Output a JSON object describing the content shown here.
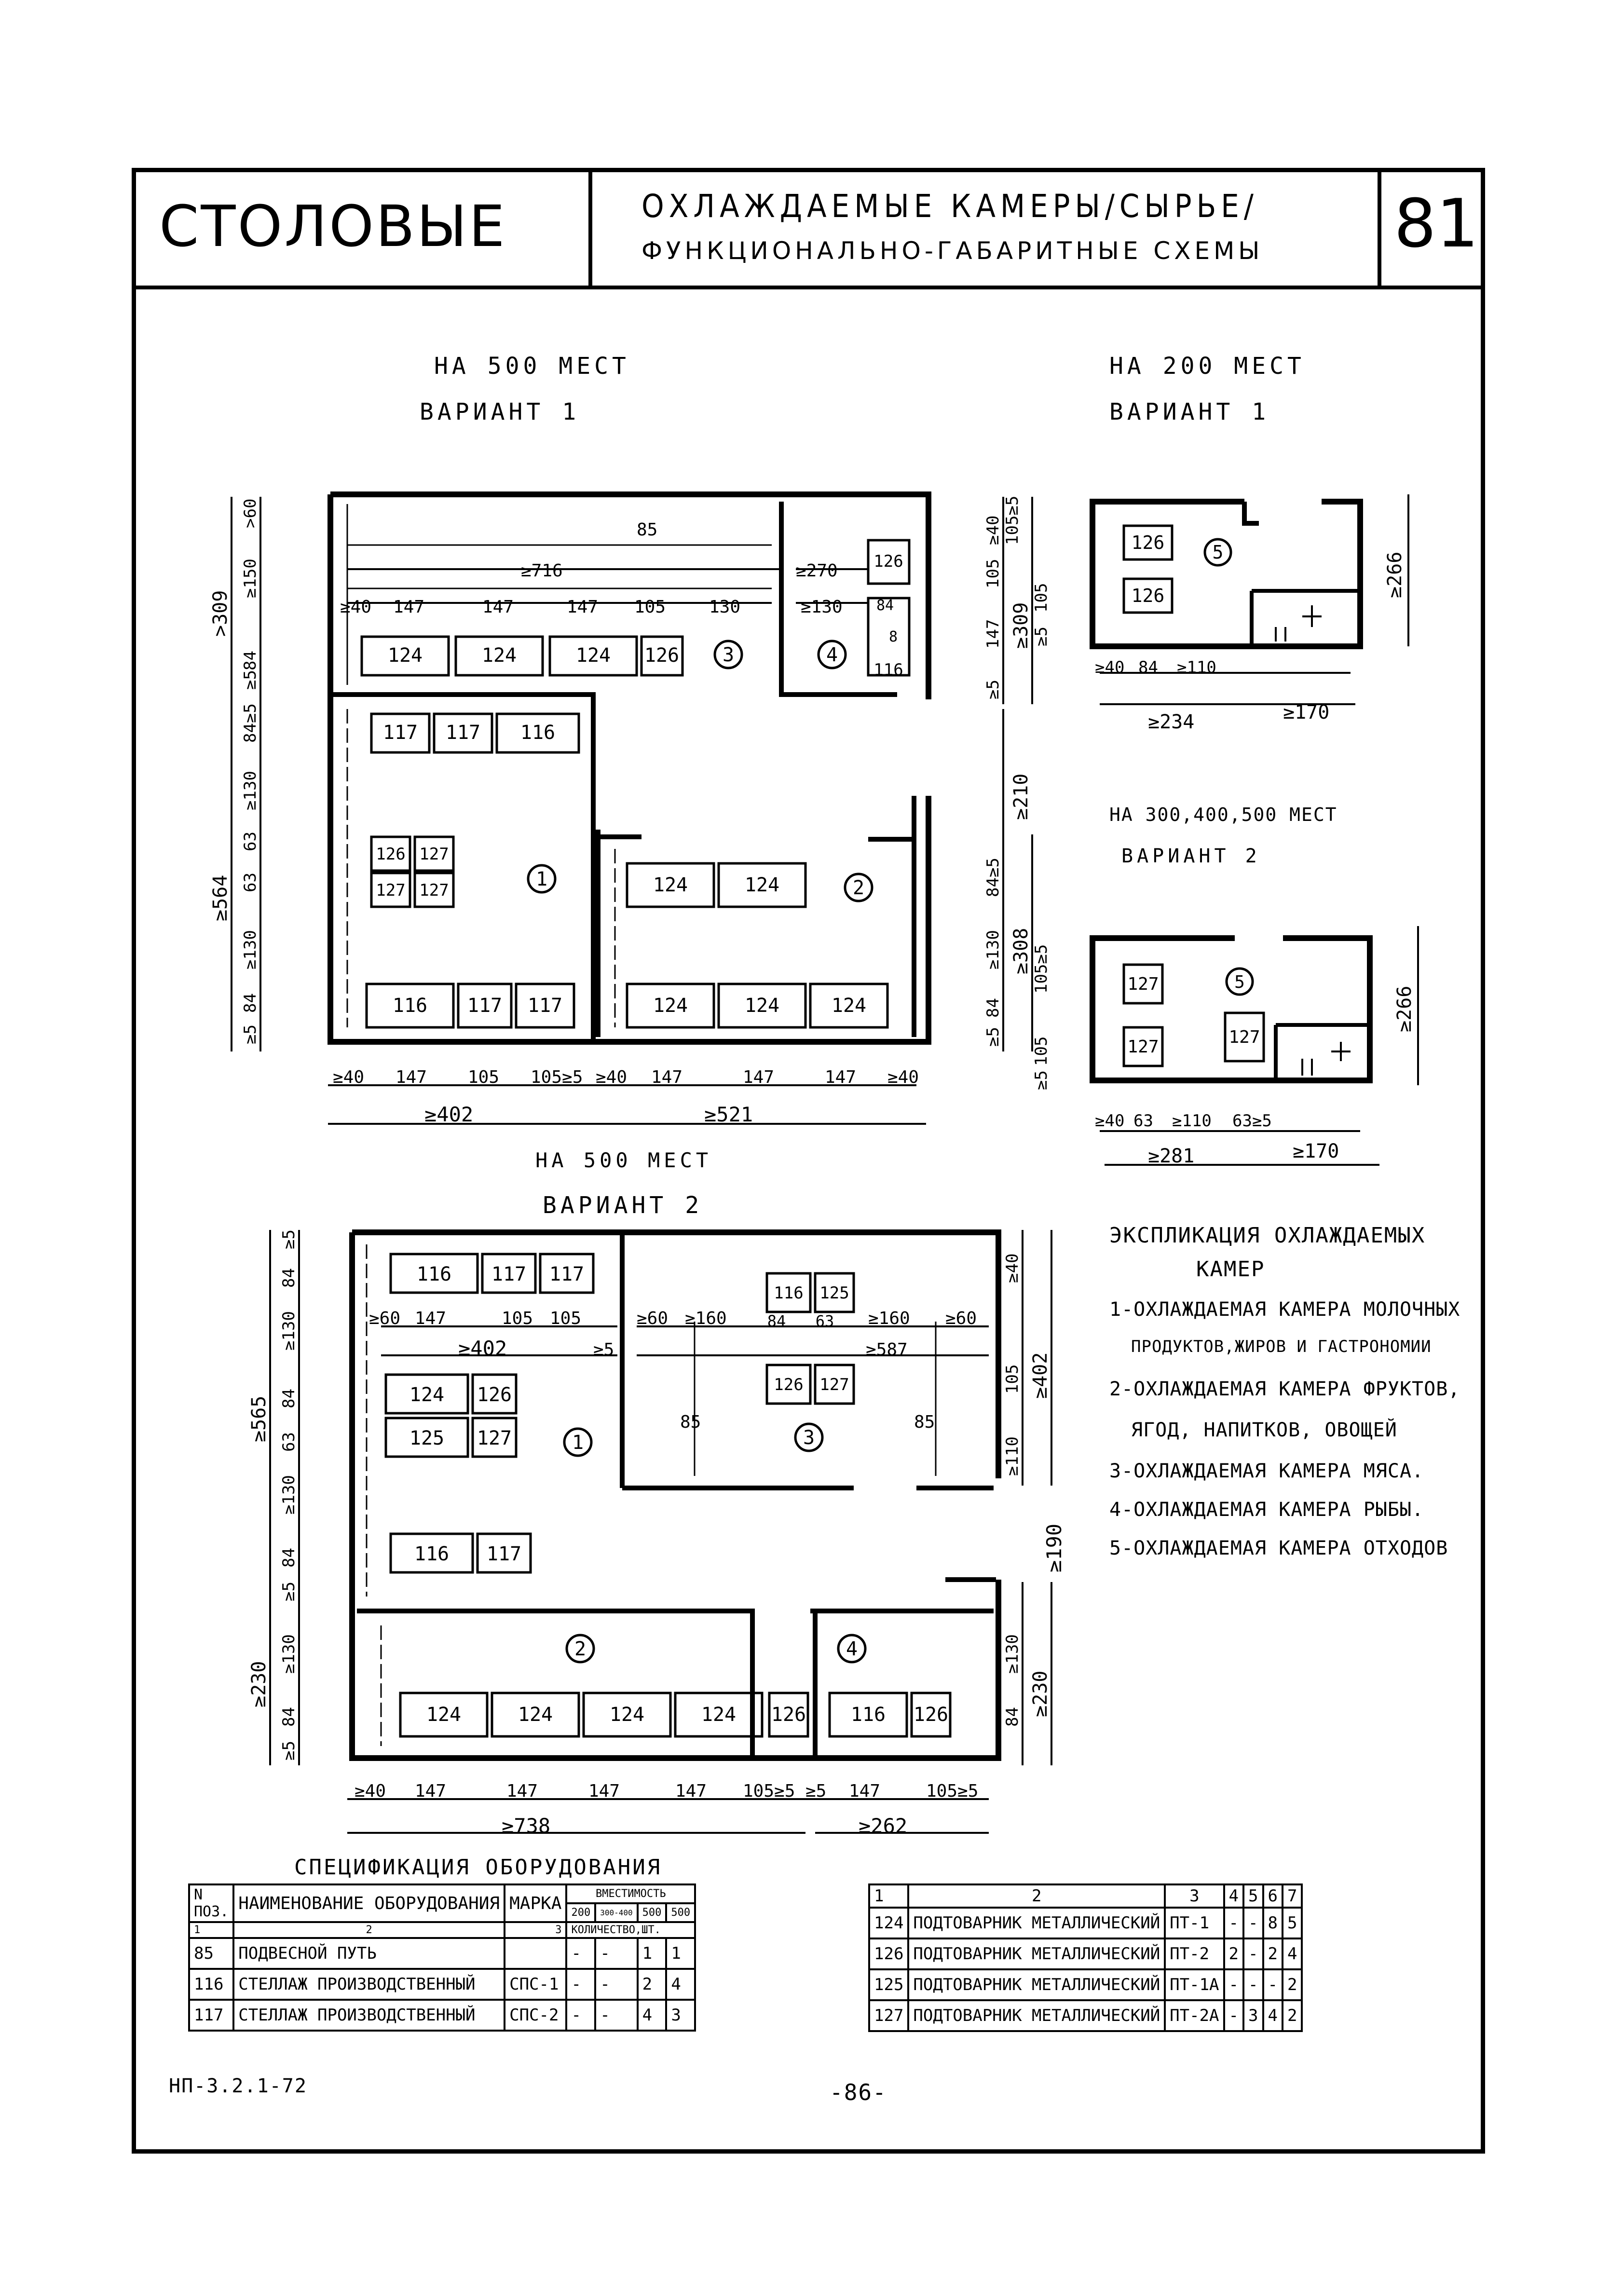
{
  "header": {
    "brand": "СТОЛОВЫЕ",
    "title_line1": "ОХЛАЖДАЕМЫЕ КАМЕРЫ/СЫРЬЕ/",
    "title_line2": "ФУНКЦИОНАЛЬНО-ГАБАРИТНЫЕ СХЕМЫ",
    "sheet_number": "81"
  },
  "captions": {
    "p500v1_a": "НА 500 МЕСТ",
    "p500v1_b": "ВАРИАНТ 1",
    "p200v1_a": "НА 200 МЕСТ",
    "p200v1_b": "ВАРИАНТ 1",
    "p345v2_a": "НА 300,400,500 МЕСТ",
    "p345v2_b": "ВАРИАНТ 2",
    "p500v2_a": "НА 500 МЕСТ",
    "p500v2_b": "ВАРИАНТ 2"
  },
  "plan1": {
    "equip": [
      "124",
      "124",
      "124",
      "126",
      "117",
      "117",
      "116",
      "126",
      "127",
      "127",
      "127",
      "116",
      "117",
      "117",
      "124",
      "124",
      "124",
      "124",
      "124",
      "126",
      "116",
      "84",
      "8"
    ],
    "dims": [
      ">60",
      "≥150",
      ">309",
      "84",
      "≥5",
      "84≥5",
      "≥130",
      "63",
      "63",
      "≥564",
      "≥130",
      "84",
      "≥5",
      "85",
      "≥716",
      "≥270",
      "≥40",
      "147",
      "147",
      "147",
      "105",
      "130",
      "≥130",
      "≥40",
      "147",
      "105",
      "105≥5",
      "≥40",
      "147",
      "147",
      "147",
      "≥40",
      "≥402",
      "≥521",
      "≥40",
      "105",
      "147",
      "≥309",
      "≥5",
      "≥210",
      "84≥5",
      "≥130",
      "≥308",
      "≥5",
      "84",
      "≥130",
      "105≥5"
    ],
    "rooms": [
      "1",
      "2",
      "3",
      "4"
    ]
  },
  "plan2": {
    "equip": [
      "126",
      "126",
      "5"
    ],
    "dims": [
      "105≥5",
      "105",
      "≥5",
      "≥266",
      "≥40",
      "84",
      "≥110",
      "≥234",
      "≥170"
    ]
  },
  "plan3": {
    "equip": [
      "127",
      "127",
      "127",
      "5"
    ],
    "dims": [
      "105≥5",
      "≥266",
      "105",
      "≥5",
      "≥40",
      "63",
      "≥110",
      "63≥5",
      "≥281",
      "≥170"
    ]
  },
  "plan4": {
    "equip": [
      "116",
      "117",
      "117",
      "124",
      "126",
      "125",
      "127",
      "116",
      "117",
      "116",
      "125",
      "84",
      "63",
      "126",
      "127",
      "124",
      "124",
      "124",
      "124",
      "126",
      "116",
      "126"
    ],
    "dims": [
      "≥5",
      "84",
      "≥130",
      "≥565",
      "84",
      "63",
      "≥130",
      "84",
      "≥5",
      "≥60",
      "147",
      "105",
      "105",
      "≥402",
      "≥5",
      "≥60",
      "≥160",
      "≥160",
      "≥60",
      "≥587",
      "85",
      "85",
      "≥40",
      "105",
      "≥110",
      "≥402",
      "≥190",
      "≥230",
      "≥130",
      "84",
      "≥5",
      "≥130",
      "84",
      "≥230",
      "≥40",
      "147",
      "147",
      "147",
      "147",
      "105≥5",
      "≥5",
      "147",
      "105≥5",
      "≥738",
      "≥262"
    ],
    "rooms": [
      "1",
      "2",
      "3",
      "4"
    ]
  },
  "explication": {
    "title_1": "ЭКСПЛИКАЦИЯ ОХЛАЖДАЕМЫХ",
    "title_2": "КАМЕР",
    "items": [
      "1-ОХЛАЖДАЕМАЯ КАМЕРА МОЛОЧНЫХ",
      "ПРОДУКТОВ,ЖИРОВ И ГАСТРОНОМИИ",
      "2-ОХЛАЖДАЕМАЯ КАМЕРА ФРУКТОВ,",
      "ЯГОД, НАПИТКОВ, ОВОЩЕЙ",
      "3-ОХЛАЖДАЕМАЯ КАМЕРА МЯСА.",
      "4-ОХЛАЖДАЕМАЯ КАМЕРА РЫБЫ.",
      "5-ОХЛАЖДАЕМАЯ КАМЕРА ОТХОДОВ"
    ]
  },
  "spec": {
    "title": "СПЕЦИФИКАЦИЯ ОБОРУДОВАНИЯ",
    "headers": {
      "pos": "N ПОЗ.",
      "name": "НАИМЕНОВАНИЕ ОБОРУДОВАНИЯ",
      "mark": "МАРКА",
      "capacity": "ВМЕСТИМОСТЬ",
      "c200": "200",
      "c300": "300-400",
      "c500a": "500",
      "c500b": "500",
      "qty": "КОЛИЧЕСТВО,ШТ."
    },
    "colnums": [
      "1",
      "2",
      "3",
      "4",
      "5",
      "6",
      "7"
    ],
    "rows_left": [
      {
        "pos": "85",
        "name": "ПОДВЕСНОЙ ПУТЬ",
        "mark": "",
        "c1": "-",
        "c2": "-",
        "c3": "1",
        "c4": "1"
      },
      {
        "pos": "116",
        "name": "СТЕЛЛАЖ ПРОИЗВОДСТВЕННЫЙ",
        "mark": "СПС-1",
        "c1": "-",
        "c2": "-",
        "c3": "2",
        "c4": "4"
      },
      {
        "pos": "117",
        "name": "СТЕЛЛАЖ ПРОИЗВОДСТВЕННЫЙ",
        "mark": "СПС-2",
        "c1": "-",
        "c2": "-",
        "c3": "4",
        "c4": "3"
      }
    ],
    "rows_right": [
      {
        "pos": "124",
        "name": "ПОДТОВАРНИК МЕТАЛЛИЧЕСКИЙ",
        "mark": "ПТ-1",
        "c1": "-",
        "c2": "-",
        "c3": "8",
        "c4": "5"
      },
      {
        "pos": "126",
        "name": "ПОДТОВАРНИК МЕТАЛЛИЧЕСКИЙ",
        "mark": "ПТ-2",
        "c1": "2",
        "c2": "-",
        "c3": "2",
        "c4": "4"
      },
      {
        "pos": "125",
        "name": "ПОДТОВАРНИК МЕТАЛЛИЧЕСКИЙ",
        "mark": "ПТ-1А",
        "c1": "-",
        "c2": "-",
        "c3": "-",
        "c4": "2"
      },
      {
        "pos": "127",
        "name": "ПОДТОВАРНИК МЕТАЛЛИЧЕСКИЙ",
        "mark": "ПТ-2А",
        "c1": "-",
        "c2": "3",
        "c3": "4",
        "c4": "2"
      }
    ]
  },
  "footer": {
    "code": "НП-3.2.1-72",
    "page": "-86-"
  }
}
